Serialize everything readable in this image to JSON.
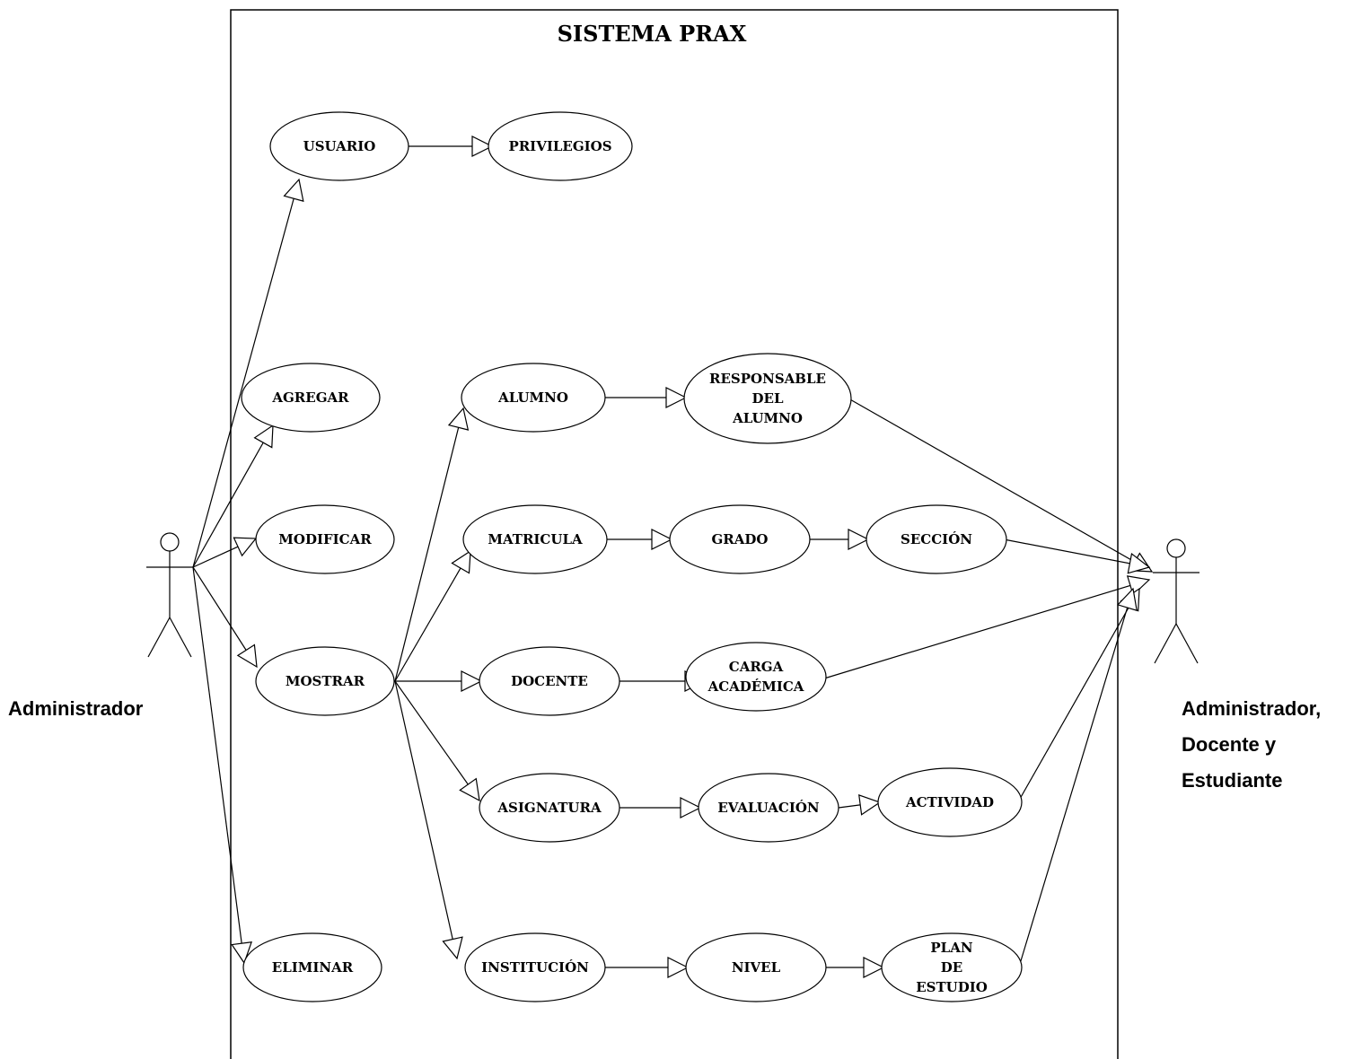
{
  "system": {
    "title": "SISTEMA PRAX"
  },
  "actors": {
    "left": {
      "label": "Administrador"
    },
    "right": {
      "lines": [
        "Administrador,",
        "Docente y",
        "Estudiante"
      ]
    }
  },
  "use_cases": {
    "usuario": [
      "USUARIO"
    ],
    "privilegios": [
      "PRIVILEGIOS"
    ],
    "agregar": [
      "AGREGAR"
    ],
    "modificar": [
      "MODIFICAR"
    ],
    "mostrar": [
      "MOSTRAR"
    ],
    "eliminar": [
      "ELIMINAR"
    ],
    "alumno": [
      "ALUMNO"
    ],
    "responsable": [
      "RESPONSABLE",
      "DEL",
      "ALUMNO"
    ],
    "matricula": [
      "MATRICULA"
    ],
    "grado": [
      "GRADO"
    ],
    "seccion": [
      "SECCIÓN"
    ],
    "docente": [
      "DOCENTE"
    ],
    "carga": [
      "CARGA",
      "ACADÉMICA"
    ],
    "asignatura": [
      "ASIGNATURA"
    ],
    "evaluacion": [
      "EVALUACIÓN"
    ],
    "actividad": [
      "ACTIVIDAD"
    ],
    "institucion": [
      "INSTITUCIÓN"
    ],
    "nivel": [
      "NIVEL"
    ],
    "plan": [
      "PLAN",
      "DE",
      "ESTUDIO"
    ]
  }
}
